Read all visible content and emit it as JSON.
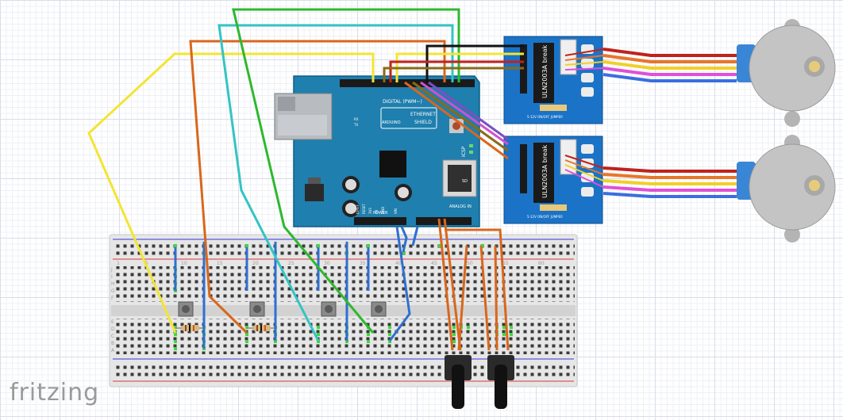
{
  "brand": {
    "logo_text": "fritzing"
  },
  "arduino_shield": {
    "digital_label": "DIGITAL (PWM~)",
    "ethernet_label": "ETHERNET",
    "shield_label": "SHIELD",
    "brand_label": "ARDUINO",
    "icsp_label": "ICSP",
    "analog_label": "ANALOG IN",
    "power_label": "POWER",
    "ioref_label": "IOREF",
    "reset_label": "RESET",
    "v33_label": "3V3",
    "v5_label": "5V",
    "gnd_label": "GND",
    "vin_label": "VIN",
    "rx_label": "RX",
    "tx_label": "TX",
    "sd_label": "SD"
  },
  "drivers": [
    {
      "chip_label": "ULN2003A break",
      "jumper_label": "5-12V ON/OFF JUMPER"
    },
    {
      "chip_label": "ULN2003A break",
      "jumper_label": "5-12V ON/OFF JUMPER"
    }
  ],
  "breadboard": {
    "column_numbers": [
      "1",
      "5",
      "10",
      "15",
      "20",
      "25",
      "30",
      "35",
      "40",
      "45",
      "50",
      "55",
      "60"
    ],
    "row_letters_top": [
      "J",
      "I",
      "H",
      "G",
      "F"
    ],
    "row_letters_bottom": [
      "E",
      "D",
      "C",
      "B",
      "A"
    ]
  },
  "colors": {
    "shield_blue": "#1f7fae",
    "driver_blue": "#1a73c7",
    "wire_yellow": "#f2e534",
    "wire_orange": "#d8671c",
    "wire_cyan": "#33c4c4",
    "wire_green": "#2eb82e",
    "wire_blue": "#2f6fd0",
    "wire_red": "#c0221c",
    "wire_brown": "#8a6a18",
    "wire_black": "#111111"
  }
}
